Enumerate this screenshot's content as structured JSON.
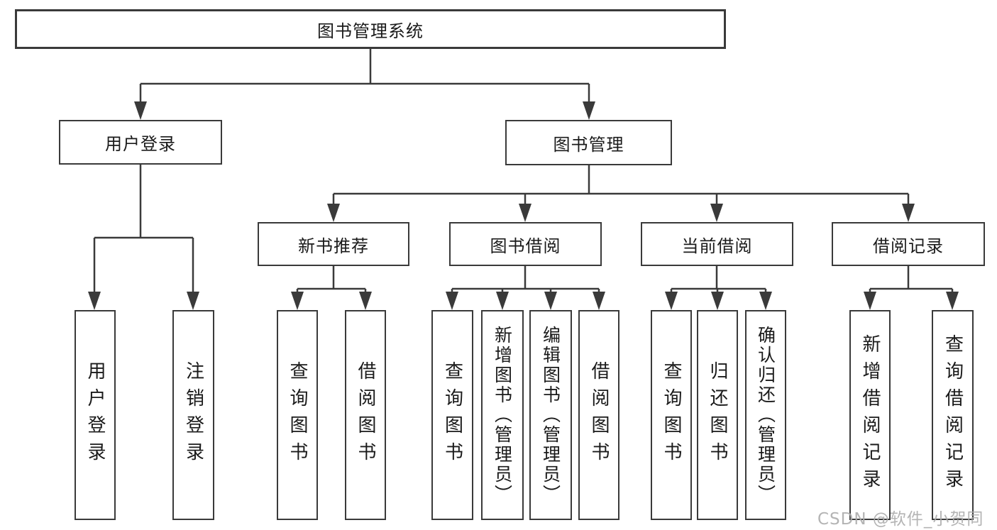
{
  "colors": {
    "line": "#3a3a3a",
    "box_border": "#3a3a3a",
    "box_fill": "#ffffff",
    "text": "#1a1a1a",
    "watermark": "#acacac",
    "background": "#ffffff"
  },
  "diagram": {
    "root": {
      "label": "图书管理系统"
    },
    "branches": [
      {
        "label": "用户登录",
        "leaves": [
          {
            "label": "用户登录"
          },
          {
            "label": "注销登录"
          }
        ]
      },
      {
        "label": "图书管理",
        "groups": [
          {
            "label": "新书推荐",
            "leaves": [
              {
                "label": "查询图书"
              },
              {
                "label": "借阅图书"
              }
            ]
          },
          {
            "label": "图书借阅",
            "leaves": [
              {
                "label": "查询图书"
              },
              {
                "label": "新增图书（管理员）"
              },
              {
                "label": "编辑图书（管理员）"
              },
              {
                "label": "借阅图书"
              }
            ]
          },
          {
            "label": "当前借阅",
            "leaves": [
              {
                "label": "查询图书"
              },
              {
                "label": "归还图书"
              },
              {
                "label": "确认归还（管理员）"
              }
            ]
          },
          {
            "label": "借阅记录",
            "leaves": [
              {
                "label": "新增借阅记录"
              },
              {
                "label": "查询借阅记录"
              }
            ]
          }
        ]
      }
    ]
  },
  "watermark": {
    "text": "CSDN @软件_小贺同学"
  }
}
